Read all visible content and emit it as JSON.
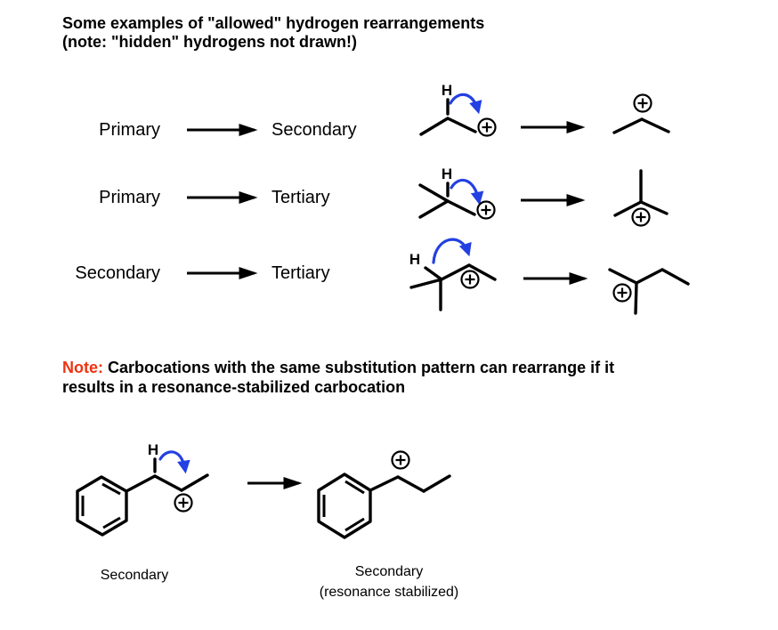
{
  "title": {
    "line1": "Some examples of \"allowed\" hydrogen rearrangements",
    "line2": "(note: \"hidden\" hydrogens not drawn!)"
  },
  "note": {
    "prefix": "Note:",
    "line1_rest": " Carbocations with the same substitution pattern can rearrange if it",
    "line2": "results in a resonance-stabilized carbocation"
  },
  "rows": [
    {
      "from": "Primary",
      "to": "Secondary"
    },
    {
      "from": "Primary",
      "to": "Tertiary"
    },
    {
      "from": "Secondary",
      "to": "Tertiary"
    }
  ],
  "bottom": {
    "left_label": "Secondary",
    "right_label_line1": "Secondary",
    "right_label_line2": "(resonance stabilized)"
  },
  "symbols": {
    "hydrogen": "H",
    "plus_charge": "+"
  },
  "colors": {
    "curved_arrow_blue": "#2340e2",
    "note_red": "#ee3311",
    "ink_black": "#000000",
    "background": "#ffffff"
  }
}
